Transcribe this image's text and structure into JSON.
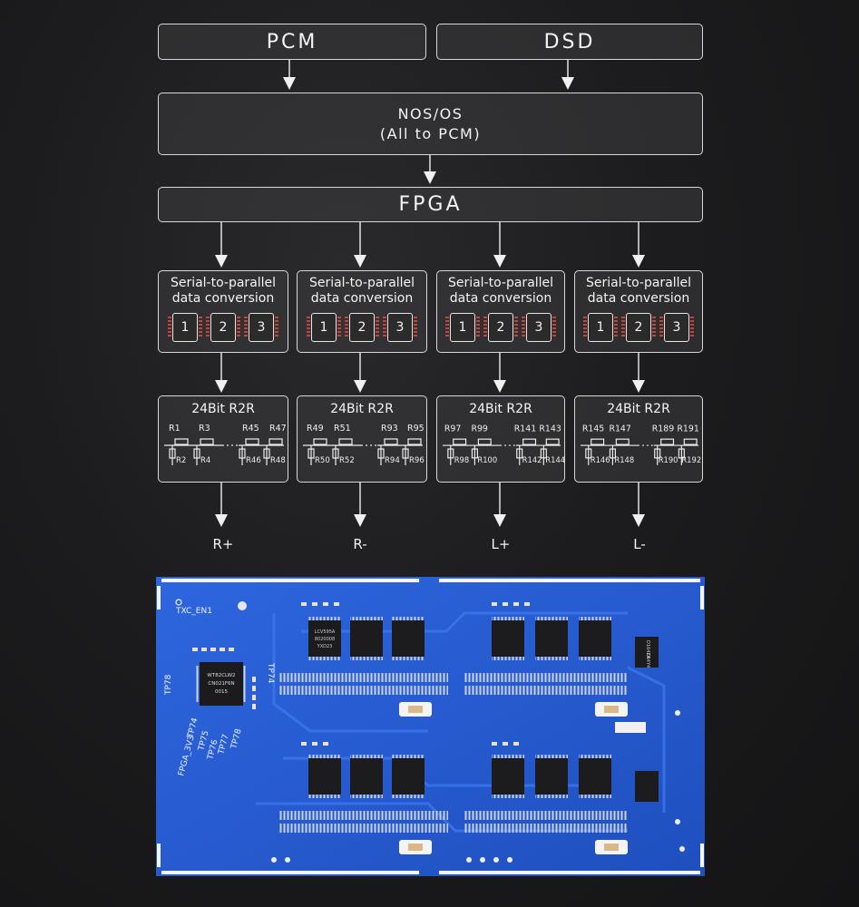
{
  "inputs": {
    "pcm": "PCM",
    "dsd": "DSD"
  },
  "nos": {
    "line1": "NOS/OS",
    "line2": "(All to PCM)"
  },
  "fpga": "FPGA",
  "converters": [
    {
      "title1": "Serial-to-parallel",
      "title2": "data conversion",
      "chips": [
        "1",
        "2",
        "3"
      ]
    },
    {
      "title1": "Serial-to-parallel",
      "title2": "data conversion",
      "chips": [
        "1",
        "2",
        "3"
      ]
    },
    {
      "title1": "Serial-to-parallel",
      "title2": "data conversion",
      "chips": [
        "1",
        "2",
        "3"
      ]
    },
    {
      "title1": "Serial-to-parallel",
      "title2": "data conversion",
      "chips": [
        "1",
        "2",
        "3"
      ]
    }
  ],
  "r2r": [
    {
      "title": "24Bit R2R",
      "top": [
        "R1",
        "R3",
        "R45",
        "R47"
      ],
      "bottom": [
        "R2",
        "R4",
        "R46",
        "R48"
      ]
    },
    {
      "title": "24Bit R2R",
      "top": [
        "R49",
        "R51",
        "R93",
        "R95"
      ],
      "bottom": [
        "R50",
        "R52",
        "R94",
        "R96"
      ]
    },
    {
      "title": "24Bit R2R",
      "top": [
        "R97",
        "R99",
        "R141",
        "R143"
      ],
      "bottom": [
        "R98",
        "R100",
        "R142",
        "R144"
      ]
    },
    {
      "title": "24Bit R2R",
      "top": [
        "R145",
        "R147",
        "R189",
        "R191"
      ],
      "bottom": [
        "R146",
        "R148",
        "R190",
        "R192"
      ]
    }
  ],
  "outputs": [
    "R+",
    "R-",
    "L+",
    "L-"
  ],
  "pcb": {
    "silk_labels": [
      "TXC_EN1",
      "TP78",
      "FPGA_3V3",
      "TP74",
      "TP75",
      "TP76",
      "TP77",
      "TP78",
      "TP74"
    ],
    "chip_marks": [
      "LCV595A",
      "8020008",
      "YXD23"
    ],
    "fpga_mark": [
      "WT82CLW2",
      "CN021F6N",
      "0015"
    ],
    "driver_mark": [
      "D1642A",
      "CR4Y4"
    ]
  },
  "colors": {
    "background": "#1c1c1e",
    "box_border": "#d8d8d8",
    "pcb_blue": "#2a5fd6",
    "chip_pin": "#c7433a"
  }
}
